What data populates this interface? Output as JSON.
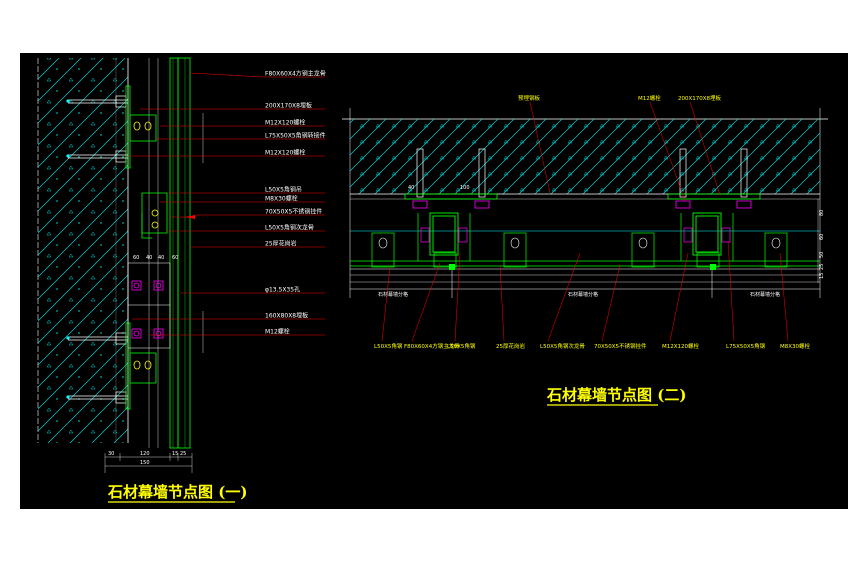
{
  "drawing": {
    "title_left": "石材幕墙节点图 (一)",
    "title_right": "石材幕墙节点图 (二)",
    "colors": {
      "background": "#000000",
      "frame": "#ffffff",
      "concrete_hatch": "#00ffff",
      "steel": "#00ff00",
      "leader": "#ff0000",
      "text": "#ffffff",
      "title": "#ffff00",
      "bolt": "#ff00ff"
    }
  },
  "detail1": {
    "labels": [
      "F80X60X4方钢主龙骨",
      "200X170X8埋板",
      "M12X120螺栓",
      "L75X50X5角钢转接件",
      "M12X120螺栓",
      "L50X5角钢吊",
      "M8X30螺栓",
      "70X50X5不锈钢挂件",
      "L50X5角钢次龙骨",
      "25厚花岗岩",
      "φ13.5X35孔",
      "160X80X8埋板",
      "M12螺栓"
    ],
    "dims_bottom": [
      "30",
      "120",
      "15",
      "25"
    ],
    "dim_total": "150",
    "dims_side": [
      "60",
      "40",
      "40",
      "60"
    ]
  },
  "detail2": {
    "top_labels": [
      "预埋钢板",
      "M12螺栓",
      "200X170X8埋板"
    ],
    "bottom_labels": [
      "L50X5角钢",
      "F80X60X4方钢主龙骨",
      "L50X5角钢",
      "25厚花岗岩",
      "L50X5角钢次龙骨",
      "70X50X5不锈钢挂件",
      "M12X120螺栓",
      "L75X50X5角钢",
      "M8X30螺栓"
    ],
    "dims_top": [
      "40",
      "100"
    ],
    "dims_right": [
      "80",
      "60",
      "50",
      "25",
      "15"
    ],
    "inline_labels": [
      "石材幕墙分格",
      "石材幕墙分格",
      "石材幕墙分格"
    ]
  }
}
